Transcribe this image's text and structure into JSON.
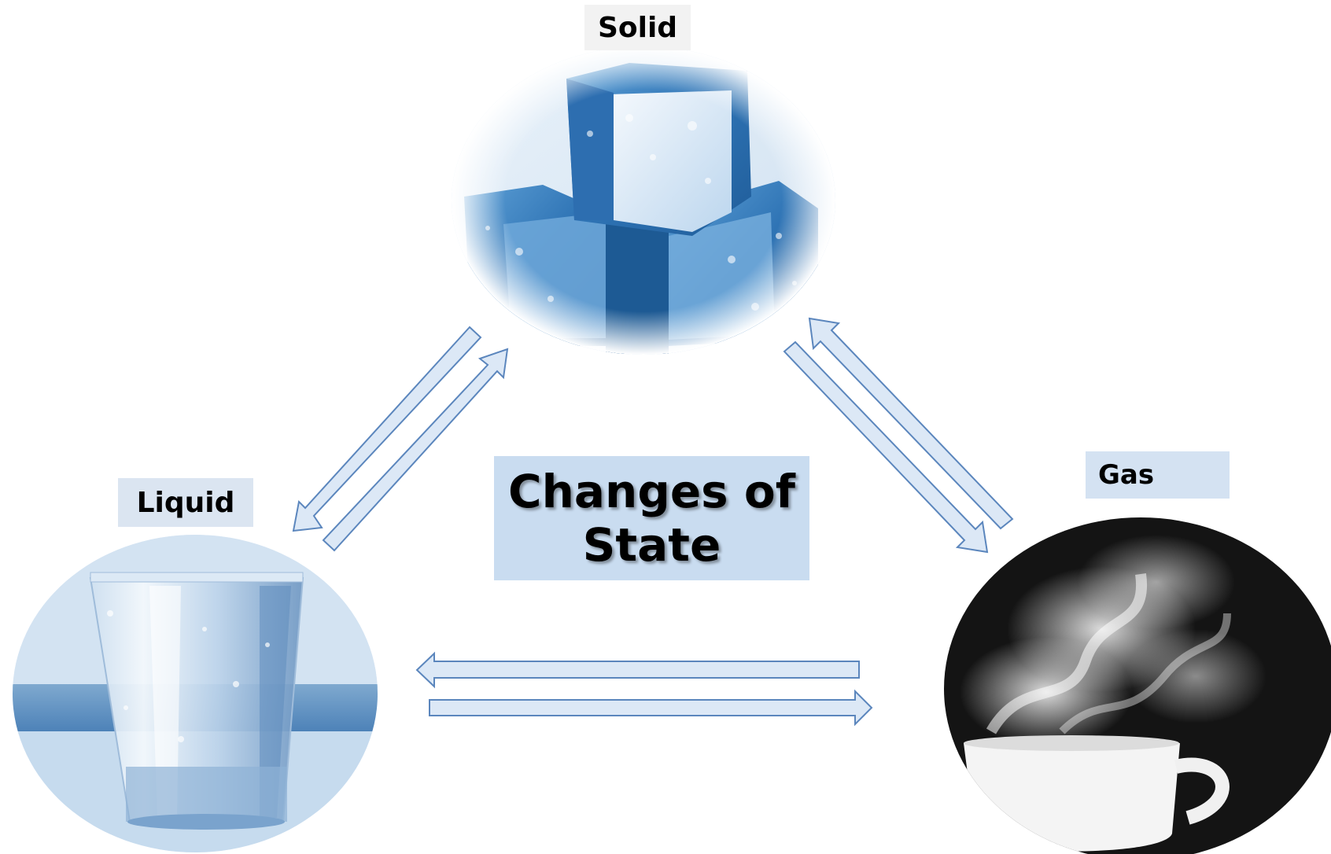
{
  "diagram": {
    "title_lines": [
      "Changes of",
      "State"
    ],
    "states": {
      "solid": {
        "label": "Solid",
        "image": "ice-cubes"
      },
      "liquid": {
        "label": "Liquid",
        "image": "glass-of-water"
      },
      "gas": {
        "label": "Gas",
        "image": "steaming-cup"
      }
    },
    "colors": {
      "arrow_fill": "#dce8f6",
      "arrow_stroke": "#5b86bd",
      "label_bg_solid": "#f2f2f2",
      "label_bg_liquid": "#dbe5f1",
      "label_bg_gas": "#d4e2f2",
      "title_bg": "#c9dcf0",
      "ice_blue": "#3f86c4",
      "steam_dark": "#151515"
    }
  }
}
